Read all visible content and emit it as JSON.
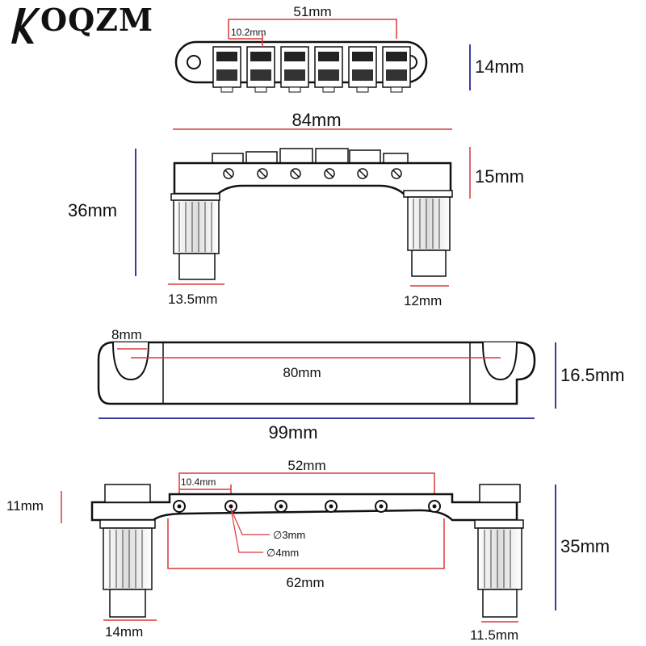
{
  "brand": {
    "name": "OQZM",
    "logo_letter": "K"
  },
  "colors": {
    "red_dim": "#d9383a",
    "blue_dim": "#3a3aa0",
    "metal": "#111111"
  },
  "views": {
    "top": {
      "width": "51mm",
      "spacing": "10.2mm",
      "height": "14mm"
    },
    "front": {
      "length": "84mm",
      "height": "15mm",
      "total_height": "36mm",
      "left_post": "13.5mm",
      "right_post": "12mm"
    },
    "tailpiece": {
      "slot": "8mm",
      "hole_spacing": "80mm",
      "length": "99mm",
      "height": "16.5mm"
    },
    "bottom": {
      "span": "52mm",
      "spacing": "10.4mm",
      "offset": "11mm",
      "hole_small": "∅3mm",
      "hole_large": "∅4mm",
      "post_spacing": "62mm",
      "height": "35mm",
      "left_post": "14mm",
      "right_post": "11.5mm"
    }
  }
}
